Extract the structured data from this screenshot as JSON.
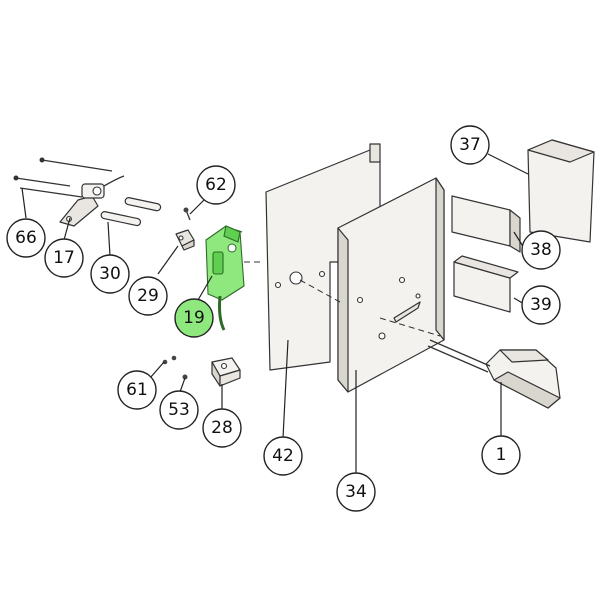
{
  "callouts": [
    {
      "id": "c66",
      "label": "66"
    },
    {
      "id": "c17",
      "label": "17"
    },
    {
      "id": "c30",
      "label": "30"
    },
    {
      "id": "c29",
      "label": "29"
    },
    {
      "id": "c62",
      "label": "62"
    },
    {
      "id": "c19",
      "label": "19",
      "highlighted": true
    },
    {
      "id": "c61",
      "label": "61"
    },
    {
      "id": "c53",
      "label": "53"
    },
    {
      "id": "c28",
      "label": "28"
    },
    {
      "id": "c42",
      "label": "42"
    },
    {
      "id": "c34",
      "label": "34"
    },
    {
      "id": "c37",
      "label": "37"
    },
    {
      "id": "c38",
      "label": "38"
    },
    {
      "id": "c39",
      "label": "39"
    },
    {
      "id": "c1",
      "label": "1"
    }
  ],
  "colors": {
    "highlight": "#8ee87e",
    "outline": "#333333"
  }
}
